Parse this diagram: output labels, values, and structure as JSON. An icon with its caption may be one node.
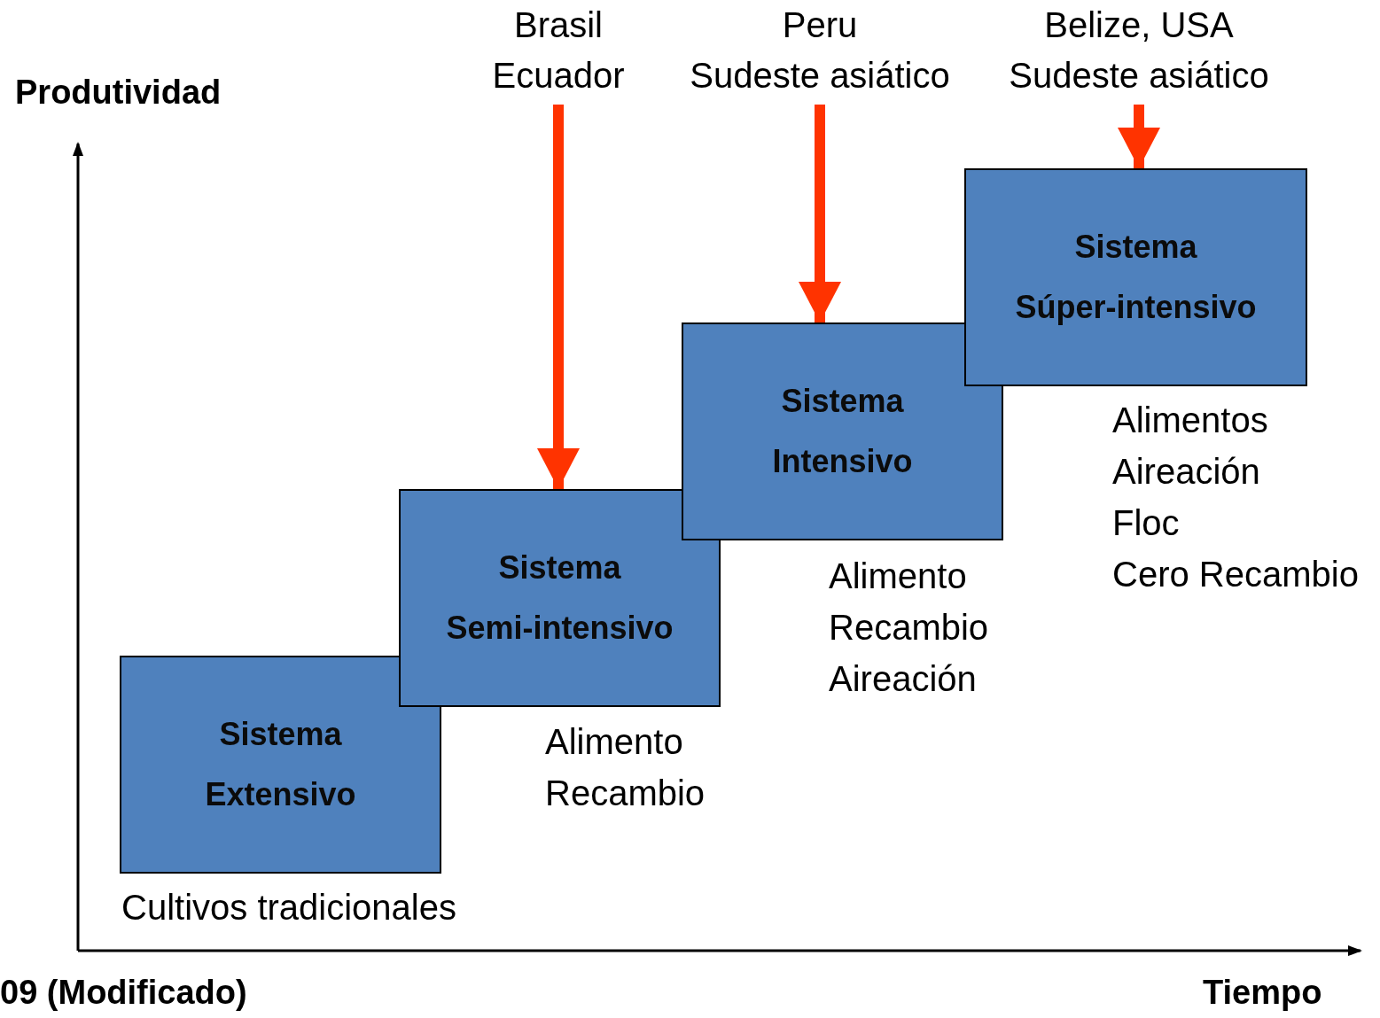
{
  "diagram": {
    "nodes": [
      {
        "text": [
          "Sistema",
          "Extensivo"
        ],
        "beside": [
          "Cultivos tradicionales"
        ]
      },
      {
        "text": [
          "Sistema",
          "Semi-intensivo"
        ],
        "beside": [
          "Alimento",
          "Recambio"
        ]
      },
      {
        "text": [
          "Sistema",
          "Intensivo"
        ],
        "beside": [
          "Alimento",
          "Recambio",
          "Aireación"
        ]
      },
      {
        "text": [
          "Sistema",
          "Súper-intensivo"
        ],
        "beside": [
          "Alimentos",
          "Aireación",
          "Floc",
          "Cero Recambio"
        ]
      },
      {
        "text": [
          "Brasil",
          "Ecuador"
        ]
      },
      {
        "text": [
          "Peru",
          "Sudeste asiático"
        ]
      },
      {
        "text": [
          "Belize, USA",
          "Sudeste asiático"
        ]
      }
    ],
    "edges": [
      {
        "from": 4,
        "to": 1,
        "arrow": "to",
        "color": "#ff3300"
      },
      {
        "from": 5,
        "to": 2,
        "arrow": "to",
        "color": "#ff3300"
      },
      {
        "from": 6,
        "to": 3,
        "arrow": "to",
        "color": "#ff3300"
      }
    ],
    "labels": [
      "Produtividad",
      "09 (Modificado)",
      "Tiempo"
    ]
  }
}
